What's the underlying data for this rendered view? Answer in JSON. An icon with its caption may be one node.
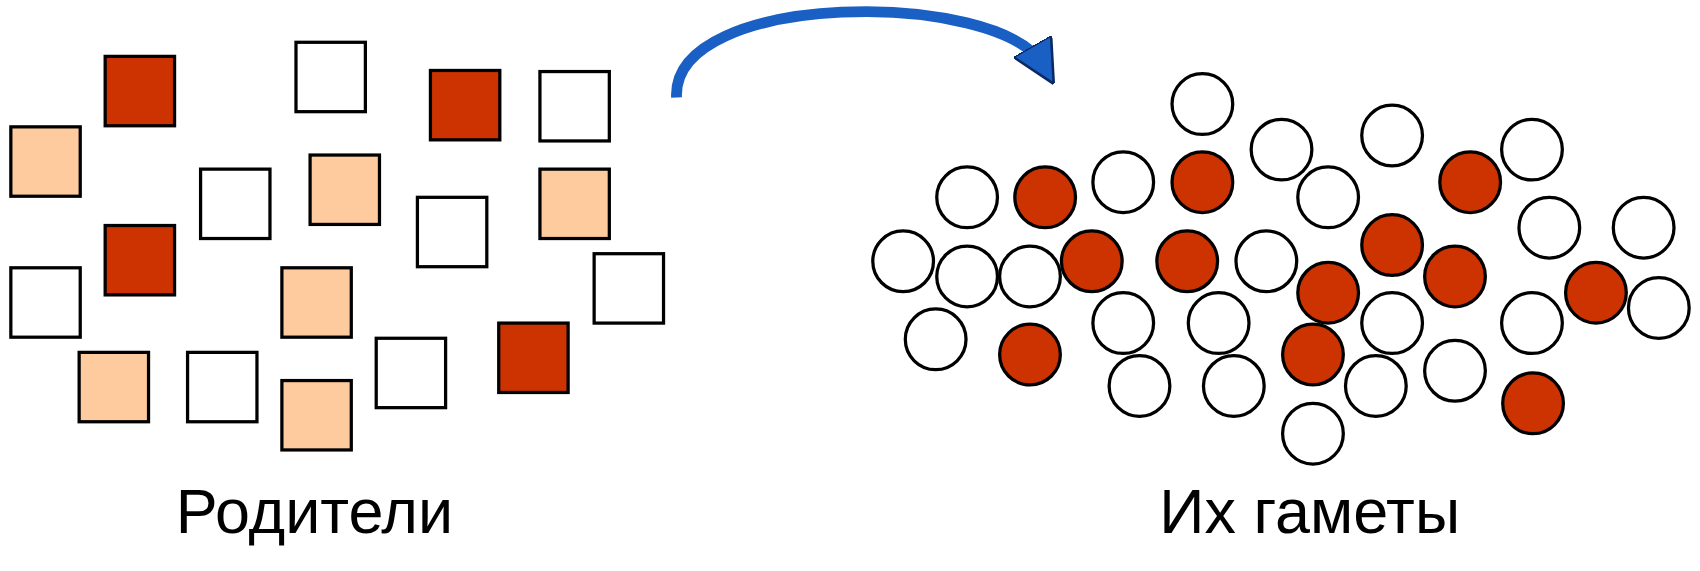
{
  "diagram": {
    "nodes": [
      {
        "text": [],
        "shape": "picture",
        "beside": [
          "Родители"
        ]
      },
      {
        "text": [],
        "shape": "picture",
        "beside": [
          "Их гаметы"
        ]
      }
    ],
    "edges": [
      {
        "from": 0,
        "to": 1,
        "arrow": "to"
      }
    ]
  }
}
